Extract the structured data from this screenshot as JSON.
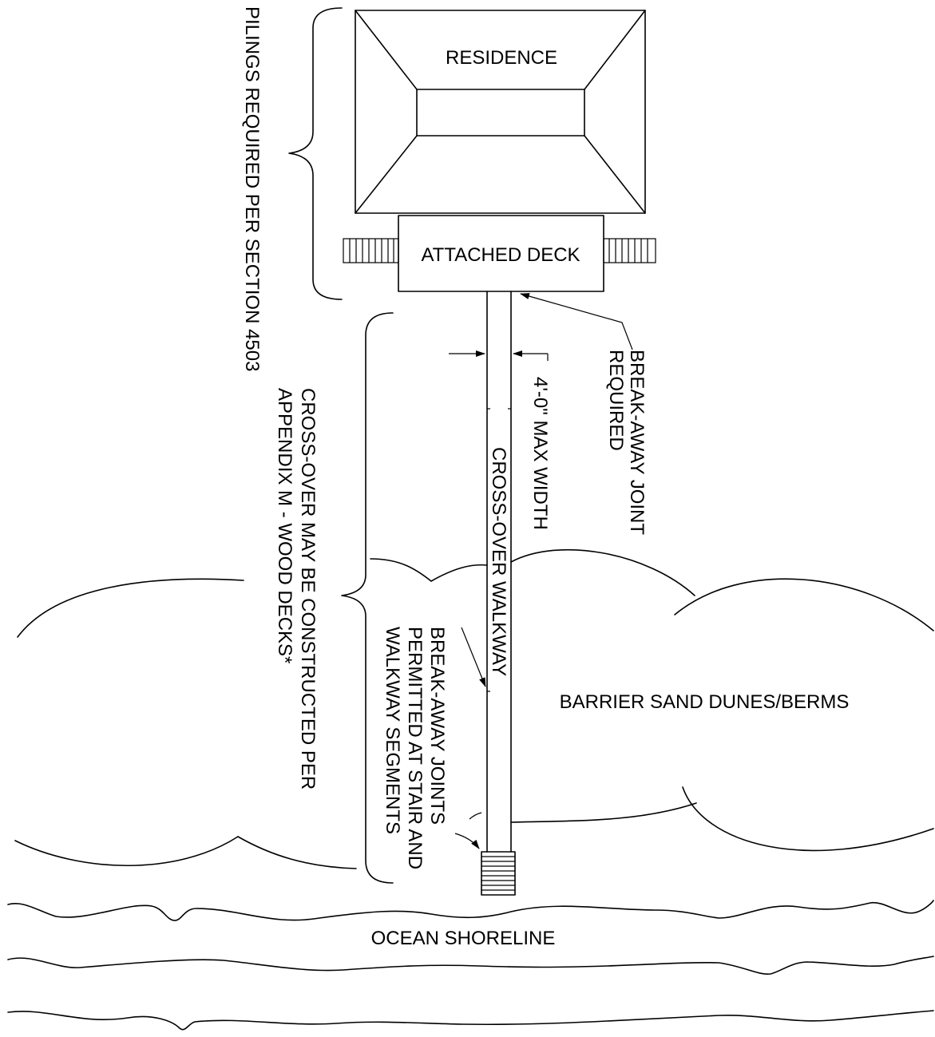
{
  "labels": {
    "residence": "RESIDENCE",
    "attached_deck": "ATTACHED DECK",
    "pilings_required": "PILINGS REQUIRED PER SECTION 4503",
    "breakaway_joint_line1": "BREAK-AWAY JOINT",
    "breakaway_joint_line2": "REQUIRED",
    "max_width": "4'-0\" MAX WIDTH",
    "crossover_walkway": "CROSS-OVER WALKWAY",
    "crossover_note_line1": "CROSS-OVER MAY BE CONSTRUCTED PER",
    "crossover_note_line2": "APPENDIX M - WOOD DECKS*",
    "breakaway_joints_line1": "BREAK-AWAY JOINTS",
    "breakaway_joints_line2": "PERMITTED AT STAIR AND",
    "breakaway_joints_line3": "WALKWAY SEGMENTS",
    "dunes": "BARRIER SAND DUNES/BERMS",
    "ocean": "OCEAN SHORELINE"
  }
}
